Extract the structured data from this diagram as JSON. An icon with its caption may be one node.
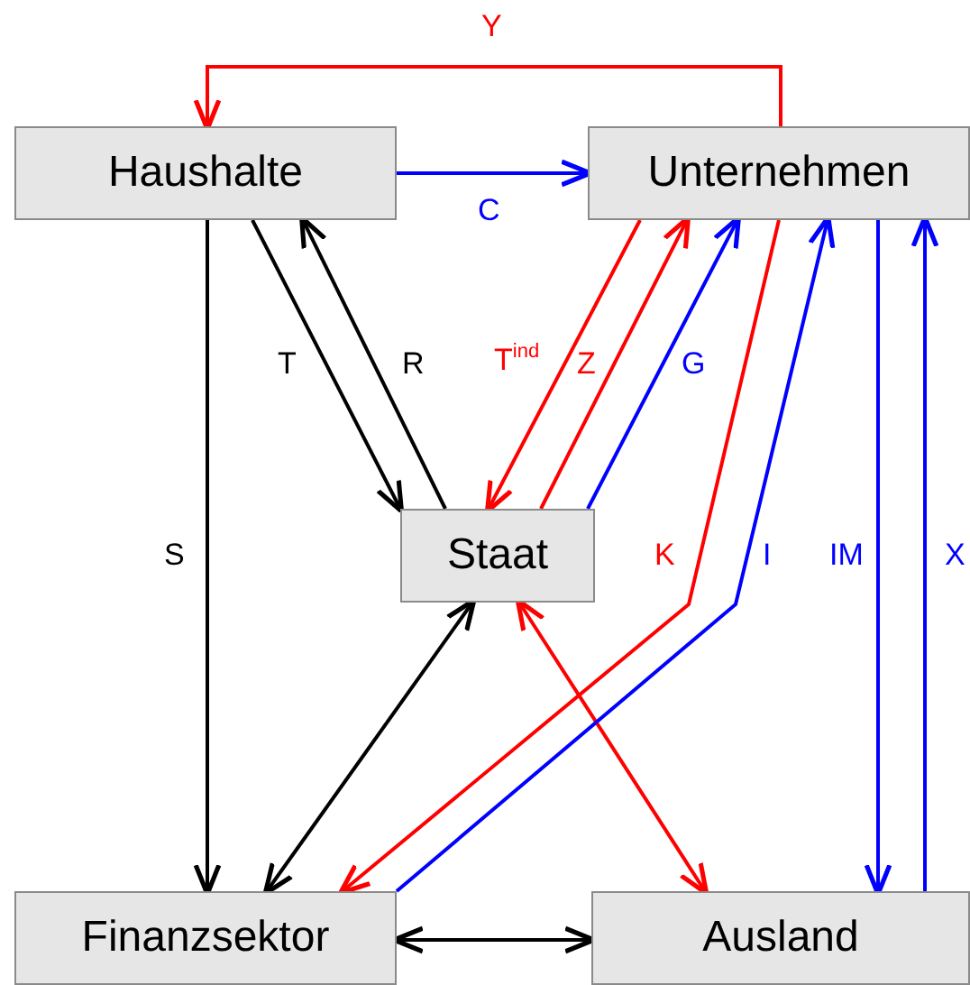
{
  "diagram": {
    "nodes": [
      {
        "text": [
          "Haushalte"
        ]
      },
      {
        "text": [
          "Unternehmen"
        ]
      },
      {
        "text": [
          "Staat"
        ]
      },
      {
        "text": [
          "Finanzsektor"
        ]
      },
      {
        "text": [
          "Ausland"
        ]
      }
    ],
    "edges": [
      {
        "from": 1,
        "to": 0,
        "arrow": "to",
        "label": "Y",
        "color": "#ff0000"
      },
      {
        "from": 0,
        "to": 1,
        "arrow": "to",
        "label": "C",
        "color": "#0000ff"
      },
      {
        "from": 0,
        "to": 2,
        "arrow": "to",
        "label": "T",
        "color": "#000000"
      },
      {
        "from": 2,
        "to": 0,
        "arrow": "to",
        "label": "R",
        "color": "#000000"
      },
      {
        "from": 1,
        "to": 2,
        "arrow": "to",
        "label": "T$^{ind}$",
        "color": "#ff0000"
      },
      {
        "from": 2,
        "to": 1,
        "arrow": "to",
        "label": "Z",
        "color": "#ff0000"
      },
      {
        "from": 2,
        "to": 1,
        "arrow": "to",
        "label": "G",
        "color": "#0000ff"
      },
      {
        "from": 0,
        "to": 3,
        "arrow": "to",
        "label": "S",
        "color": "#000000"
      },
      {
        "from": 2,
        "to": 3,
        "arrow": "both",
        "color": "#000000"
      },
      {
        "from": 2,
        "to": 4,
        "arrow": "both",
        "color": "#ff0000"
      },
      {
        "from": 1,
        "to": 3,
        "arrow": "to",
        "label": "K",
        "color": "#ff0000"
      },
      {
        "from": 3,
        "to": 1,
        "arrow": "to",
        "label": "I",
        "color": "#0000ff"
      },
      {
        "from": 1,
        "to": 4,
        "arrow": "to",
        "label": "IM",
        "color": "#0000ff"
      },
      {
        "from": 4,
        "to": 1,
        "arrow": "to",
        "label": "X",
        "color": "#0000ff"
      },
      {
        "from": 3,
        "to": 4,
        "arrow": "both",
        "color": "#000000"
      }
    ]
  }
}
